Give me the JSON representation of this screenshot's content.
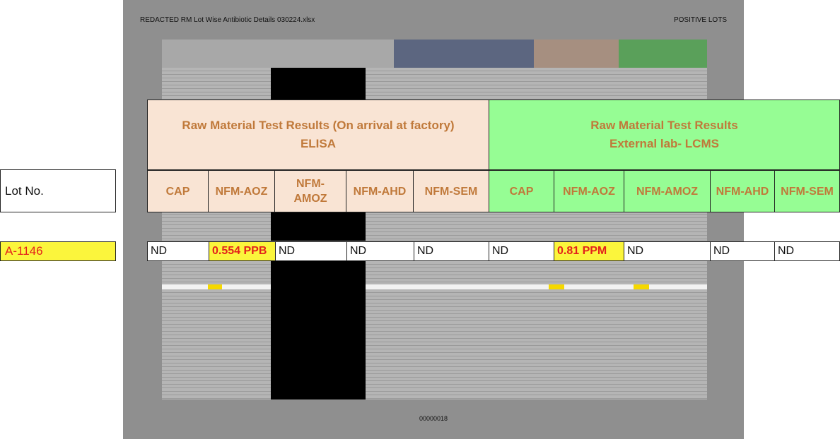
{
  "sheet": {
    "title": "REDACTED RM Lot Wise Antibiotic Details 030224.xlsx",
    "tag": "POSITIVE LOTS",
    "page_number": "00000018"
  },
  "lot_label": "Lot  No.",
  "lot_id": "A-1146",
  "header": {
    "elisa_line1": "Raw Material Test Results (On arrival at factory)",
    "elisa_line2": "ELISA",
    "lcms_line1": "Raw Material Test Results",
    "lcms_line2": "External lab- LCMS",
    "elisa_columns": [
      "CAP",
      "NFM-AOZ",
      "NFM-\nAMOZ",
      "NFM-AHD",
      "NFM-SEM"
    ],
    "lcms_columns": [
      "CAP",
      "NFM-AOZ",
      "NFM-AMOZ",
      "NFM-AHD",
      "NFM-SEM"
    ]
  },
  "row": {
    "elisa_values": [
      "ND",
      "0.554 PPB",
      "ND",
      "ND",
      "ND"
    ],
    "lcms_values": [
      "ND",
      "0.81 PPM",
      "ND",
      "ND",
      "ND"
    ]
  },
  "colors": {
    "elisa_fill": "#f9e4d4",
    "lcms_fill": "#96fd94",
    "header_text": "#c0793a",
    "highlight_fill": "#fbf53c",
    "highlight_text": "#e3221b",
    "sheet_background": "#8f8f8f"
  }
}
